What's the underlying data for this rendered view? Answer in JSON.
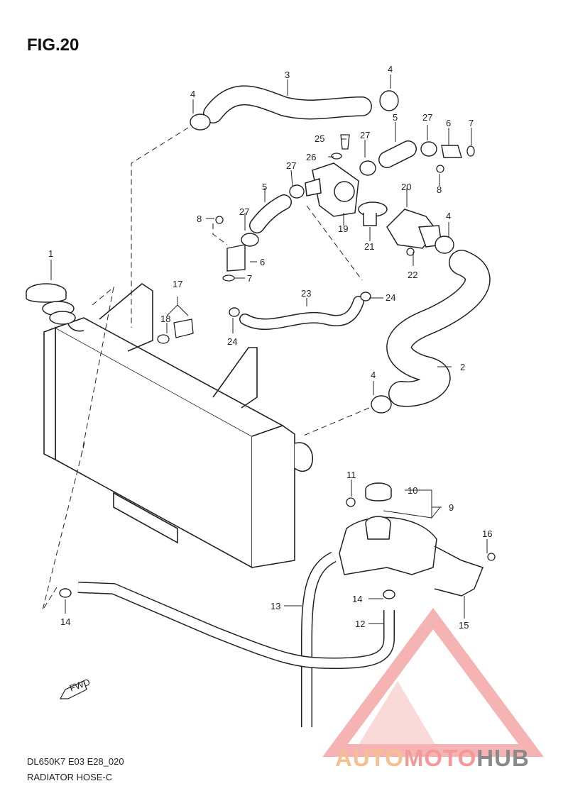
{
  "figure": {
    "title": "FIG.20"
  },
  "footer": {
    "model": "DL650K7 E03 E28_020",
    "name": "RADIATOR HOSE-C"
  },
  "watermark": {
    "part1": "AUTO",
    "part2": "MOTO",
    "part3": "HUB",
    "colors": {
      "orange": "#f6c08e",
      "red": "#f29a9a",
      "gray": "#8a8a8a"
    }
  },
  "fwd_arrow": "FWD",
  "callouts": {
    "c1": "1",
    "c2": "2",
    "c3": "3",
    "c4a": "4",
    "c4b": "4",
    "c4c": "4",
    "c4d": "4",
    "c5a": "5",
    "c5b": "5",
    "c6a": "6",
    "c6b": "6",
    "c7a": "7",
    "c7b": "7",
    "c8a": "8",
    "c8b": "8",
    "c9": "9",
    "c10": "10",
    "c11": "11",
    "c12": "12",
    "c13": "13",
    "c14a": "14",
    "c14b": "14",
    "c15": "15",
    "c16": "16",
    "c17": "17",
    "c18": "18",
    "c19": "19",
    "c20": "20",
    "c21": "21",
    "c22": "22",
    "c23": "23",
    "c24a": "24",
    "c24b": "24",
    "c25": "25",
    "c26": "26",
    "c27a": "27",
    "c27b": "27",
    "c27c": "27",
    "c27d": "27"
  }
}
